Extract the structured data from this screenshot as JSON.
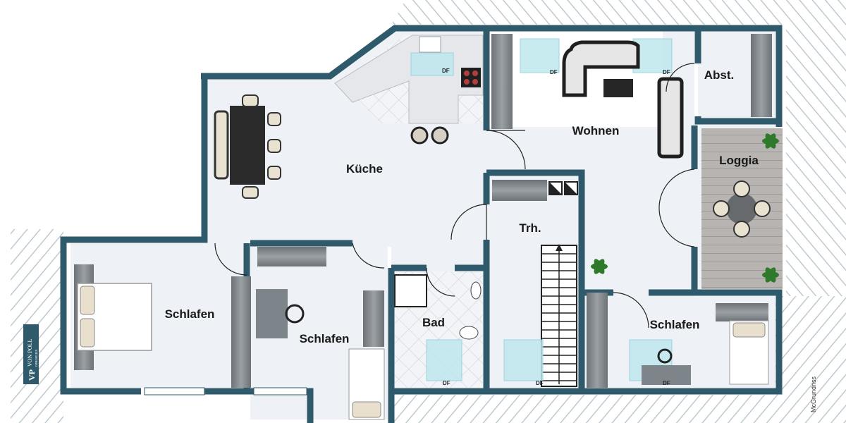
{
  "rooms": {
    "kueche": "Küche",
    "wohnen": "Wohnen",
    "abst": "Abst.",
    "loggia": "Loggia",
    "trh": "Trh.",
    "bad": "Bad",
    "schlafen_left": "Schlafen",
    "schlafen_mid": "Schlafen",
    "schlafen_right": "Schlafen"
  },
  "markers": {
    "roof_window": "DF"
  },
  "branding": {
    "monogram": "VP",
    "company": "VON POLL",
    "tagline": "IMMOBILIEN"
  },
  "credit": "McGrundriss",
  "colors": {
    "wall": "#2f5a6b",
    "floor": "#eef1f6",
    "tile_line": "#c9cdd5",
    "wardrobe": "#8a8f94",
    "glass": "#bfe8ee",
    "loggia_floor": "#b8b4b1",
    "furniture_dark": "#2a2a2a",
    "plant": "#2f7a2a"
  }
}
